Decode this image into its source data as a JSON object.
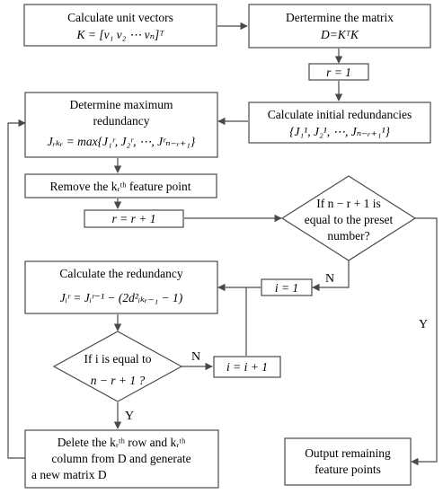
{
  "nodes": {
    "unit_vectors": {
      "line1": "Calculate unit vectors",
      "line2": "K = [v₁ v₂ ⋯ vₙ]ᵀ"
    },
    "determine_matrix": {
      "line1": "Dertermine the matrix",
      "line2": "D=KᵀK"
    },
    "r_init": {
      "line1": "r = 1"
    },
    "initial_redundancies": {
      "line1": "Calculate initial redundancies",
      "line2": "{J₁¹, J₂¹, ⋯, Jₙ₋ᵣ₊₁¹}"
    },
    "max_redundancy": {
      "line1": "Determine  maximum",
      "line2": "redundancy",
      "line3": "Jᵣₖᵣ = max{J₁ʳ, J₂ʳ, ⋯, Jʳₙ₋ᵣ₊₁}"
    },
    "remove_point": {
      "line1": "Remove the  kᵣᵗʰ feature point"
    },
    "r_increment": {
      "line1": "r = r + 1"
    },
    "check_preset": {
      "line1": "If  n − r + 1 is",
      "line2": "equal to  the preset",
      "line3": "number?"
    },
    "i_init": {
      "line1": "i = 1"
    },
    "calc_redundancy": {
      "line1": "Calculate the  redundancy",
      "line2": "Jᵢʳ = Jᵢʳ⁻¹ − (2d²ᵢₖᵣ₋₁ − 1)"
    },
    "check_i": {
      "line1": "If  i  is equal to",
      "line2": "n − r + 1 ?"
    },
    "i_increment": {
      "line1": "i = i + 1"
    },
    "delete_row_col": {
      "line1": "Delete the  kᵣᵗʰ row and  kᵣᵗʰ",
      "line2": "column  from D and generate",
      "line3": "a new matrix D"
    },
    "output": {
      "line1": "Output  remaining",
      "line2": "feature points"
    }
  },
  "edge_labels": {
    "preset_no": "N",
    "preset_yes": "Y",
    "i_no": "N",
    "i_yes": "Y"
  }
}
